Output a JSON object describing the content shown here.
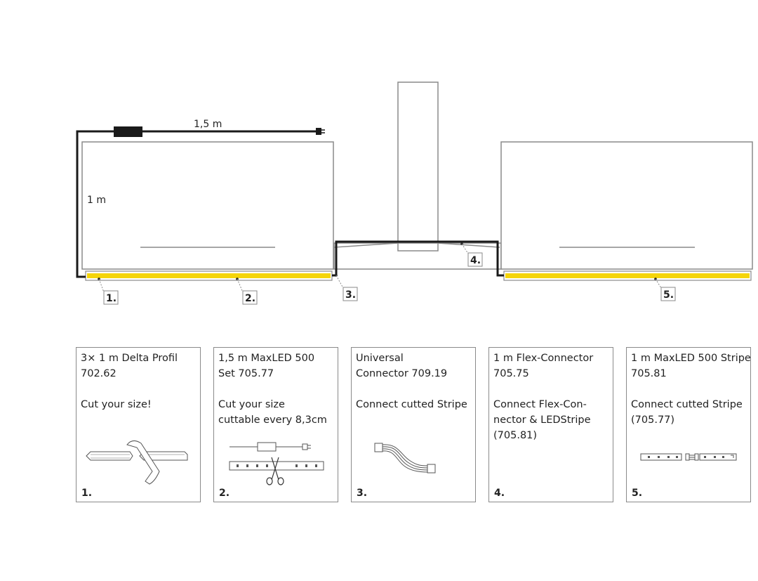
{
  "diagram": {
    "dim_top": "1,5 m",
    "dim_side": "1 m",
    "callouts": [
      "1.",
      "2.",
      "3.",
      "4.",
      "5."
    ],
    "colors": {
      "led": "#f5d50a",
      "cable": "#1a1a1a",
      "outline": "#8a8a8a"
    }
  },
  "cards": [
    {
      "title_lines": [
        "3× 1 m Delta Profil",
        "702.62"
      ],
      "desc_lines": [
        "Cut your size!"
      ],
      "number": "1.",
      "icon": "profile-icon"
    },
    {
      "title_lines": [
        "1,5 m MaxLED 500",
        "Set 705.77"
      ],
      "desc_lines": [
        "Cut your size",
        "cuttable every 8,3cm"
      ],
      "number": "2.",
      "icon": "led-set-icon"
    },
    {
      "title_lines": [
        "Universal",
        "Connector 709.19"
      ],
      "desc_lines": [
        "Connect cutted Stripe"
      ],
      "number": "3.",
      "icon": "connector-icon"
    },
    {
      "title_lines": [
        "1 m Flex-Connector",
        "705.75"
      ],
      "desc_lines": [
        "Connect Flex-Con-",
        "nector & LEDStripe",
        "(705.81)"
      ],
      "number": "4.",
      "icon": ""
    },
    {
      "title_lines": [
        "1 m MaxLED 500 Stripe",
        "705.81"
      ],
      "desc_lines": [
        "Connect cutted Stripe",
        "(705.77)"
      ],
      "number": "5.",
      "icon": "stripe-icon"
    }
  ]
}
